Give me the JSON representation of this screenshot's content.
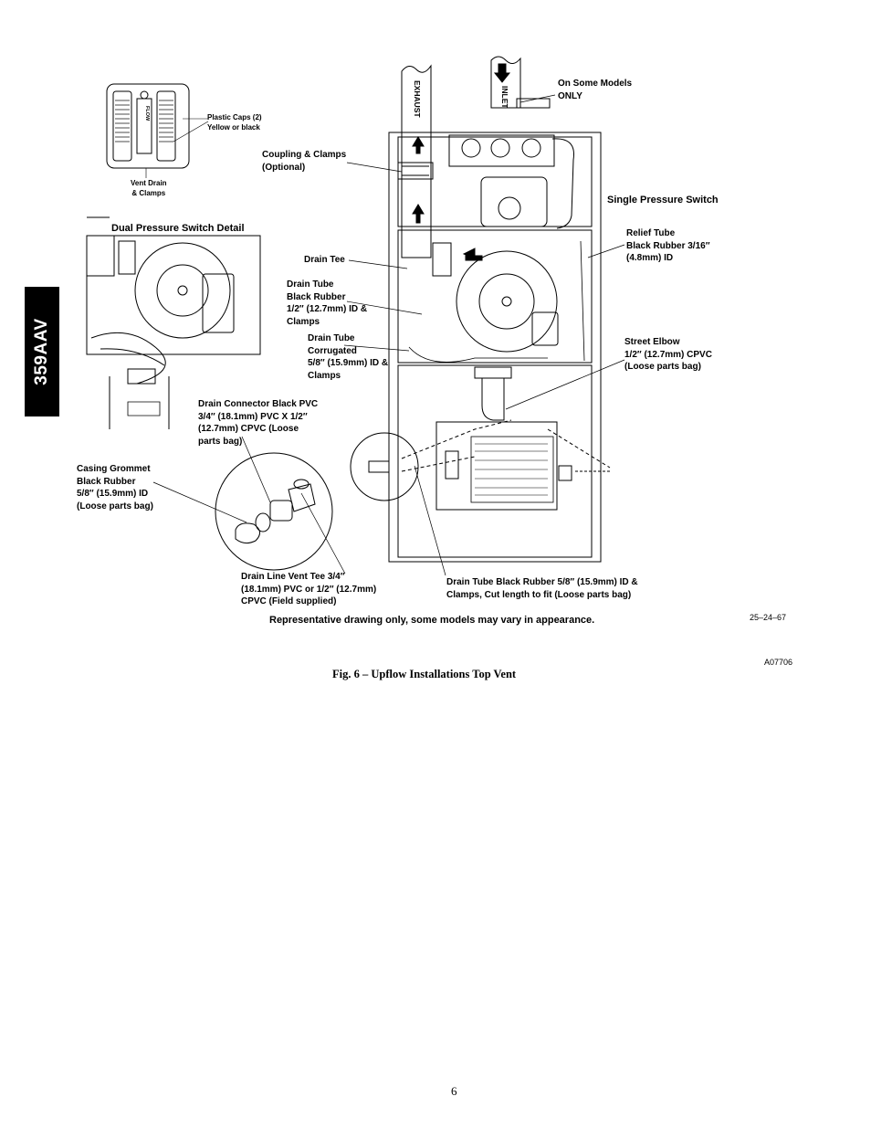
{
  "side_tab": "359AAV",
  "labels": {
    "on_some_models": [
      "On Some Models",
      "ONLY"
    ],
    "plastic_caps": [
      "Plastic  Caps (2)",
      "Yellow or black"
    ],
    "vent_drain": [
      "Vent Drain",
      "& Clamps"
    ],
    "coupling": [
      "Coupling & Clamps",
      "(Optional)"
    ],
    "single_pressure_switch": "Single Pressure Switch",
    "dual_pressure_switch": "Dual Pressure Switch  Detail",
    "relief_tube": [
      "Relief Tube",
      "Black Rubber 3/16″",
      "(4.8mm) ID"
    ],
    "drain_tee": "Drain Tee",
    "drain_tube_black": [
      "Drain Tube",
      "Black Rubber",
      "1/2″ (12.7mm) ID &",
      "Clamps"
    ],
    "drain_tube_corrugated": [
      "Drain Tube",
      "Corrugated",
      "5/8″ (15.9mm) ID &",
      "Clamps"
    ],
    "street_elbow": [
      "Street Elbow",
      "1/2″ (12.7mm) CPVC",
      "(Loose parts bag)"
    ],
    "drain_connector": [
      "Drain Connector Black PVC",
      "3/4″ (18.1mm) PVC X 1/2″",
      "(12.7mm) CPVC (Loose",
      "parts bag)"
    ],
    "casing_grommet": [
      "Casing Grommet",
      "Black Rubber",
      "5/8″ (15.9mm) ID",
      "(Loose parts bag)"
    ],
    "drain_line_vent_tee": [
      "Drain Line Vent Tee 3/4″",
      "(18.1mm) PVC or 1/2″ (12.7mm)",
      "CPVC (Field supplied)"
    ],
    "drain_tube_black_58": [
      "Drain Tube Black Rubber 5/8″ (15.9mm) ID  &",
      "Clamps, Cut length to fit (Loose parts bag)"
    ],
    "exhaust": "EXHAUST",
    "inlet": "INLET",
    "flow": "FLOW"
  },
  "note": "Representative drawing only, some models may vary in appearance.",
  "drawing_number": "25–24–67",
  "figure_id": "A07706",
  "caption": "Fig. 6 –  Upflow Installations Top Vent",
  "page_number": "6"
}
